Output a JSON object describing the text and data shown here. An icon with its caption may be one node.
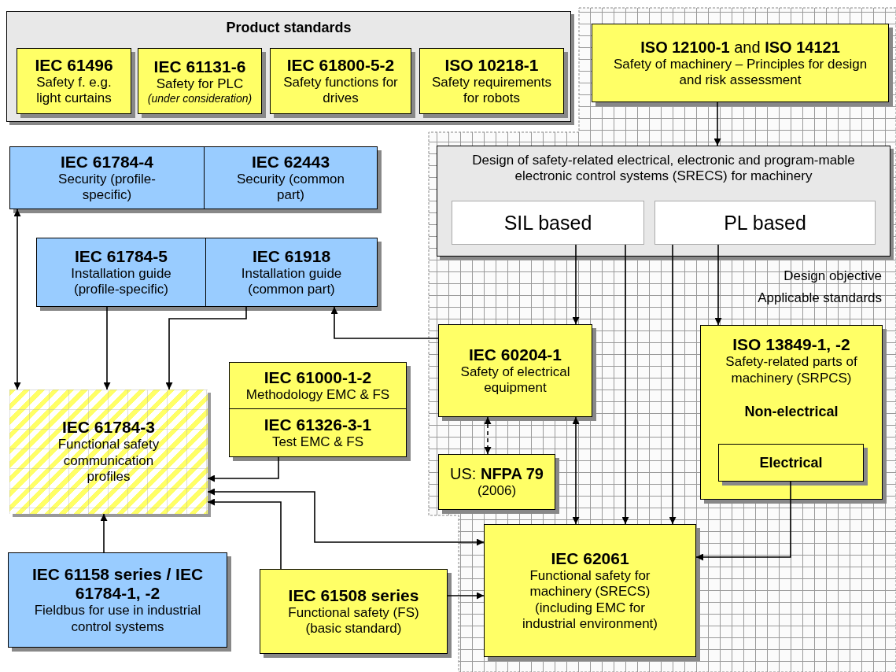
{
  "diagram": {
    "nodes": [
      {
        "text": [
          "Product standards"
        ]
      },
      {
        "text": [
          "IEC 61496",
          "Safety f. e.g. light curtains"
        ],
        "in": 0
      },
      {
        "text": [
          "IEC 61131-6",
          "Safety for PLC",
          "(under consideration)"
        ],
        "in": 0
      },
      {
        "text": [
          "IEC 61800-5-2",
          "Safety functions for drives"
        ],
        "in": 0
      },
      {
        "text": [
          "ISO 10218-1",
          "Safety requirements for robots"
        ],
        "in": 0
      },
      {
        "text": [
          "**ISO 12100-1**  and  **ISO 14121**",
          "Safety of machinery – Principles for design and risk assessment"
        ]
      },
      {
        "text": [
          "IEC 61784-4",
          "Security (profile-specific)"
        ]
      },
      {
        "text": [
          "IEC 62443",
          "Security (common part)"
        ]
      },
      {
        "text": [
          "IEC 61784-5",
          "Installation guide (profile-specific)"
        ]
      },
      {
        "text": [
          "IEC 61918",
          "Installation guide (common part)"
        ]
      },
      {
        "text": [
          "Design of safety-related electrical, electronic and program-mable electronic control systems (SRECS) for machinery"
        ]
      },
      {
        "text": [
          "SIL based"
        ],
        "in": 10
      },
      {
        "text": [
          "PL based"
        ],
        "in": 10
      },
      {
        "text": [
          "IEC 60204-1",
          "Safety of electrical equipment"
        ]
      },
      {
        "text": [
          "ISO 13849-1, -2",
          "Safety-related parts of machinery (SRPCS)",
          "Non-electrical"
        ]
      },
      {
        "text": [
          "Electrical"
        ],
        "in": 14
      },
      {
        "text": [
          "IEC 61000-1-2",
          "Methodology EMC & FS"
        ]
      },
      {
        "text": [
          "IEC 61326-3-1",
          "Test EMC & FS"
        ]
      },
      {
        "text": [
          "IEC 61784-3",
          "Functional safety communication profiles"
        ]
      },
      {
        "text": [
          "US: **NFPA 79**",
          "(2006)"
        ]
      },
      {
        "text": [
          "IEC 61158 series / IEC 61784-1, -2",
          "Fieldbus for use in industrial control systems"
        ]
      },
      {
        "text": [
          "IEC 61508 series",
          "Functional safety (FS) (basic standard)"
        ]
      },
      {
        "text": [
          "IEC 62061",
          "Functional safety for machinery (SRECS) (including EMC for industrial environment)"
        ]
      }
    ],
    "edges": [
      {
        "from": 5,
        "to": 10,
        "arrow": "to"
      },
      {
        "from": 11,
        "to": 13,
        "arrow": "to"
      },
      {
        "from": 11,
        "to": 22,
        "arrow": "to"
      },
      {
        "from": 12,
        "to": 22,
        "arrow": "to"
      },
      {
        "from": 12,
        "to": 14,
        "arrow": "to"
      },
      {
        "from": 13,
        "to": 9,
        "arrow": "to"
      },
      {
        "from": 13,
        "to": 19,
        "arrow": "both",
        "style": "dashed"
      },
      {
        "from": 13,
        "to": 22,
        "arrow": "both"
      },
      {
        "from": 15,
        "to": 22,
        "arrow": "to"
      },
      {
        "from": 21,
        "to": 22,
        "arrow": "to"
      },
      {
        "from": 22,
        "to": 18,
        "arrow": "both"
      },
      {
        "from": 17,
        "to": 18,
        "arrow": "to"
      },
      {
        "from": 21,
        "to": 18,
        "arrow": "to"
      },
      {
        "from": 20,
        "to": 18,
        "arrow": "to"
      },
      {
        "from": 8,
        "to": 18,
        "arrow": "to"
      },
      {
        "from": 9,
        "to": 18,
        "arrow": "to"
      },
      {
        "from": 6,
        "to": 18,
        "arrow": "both"
      }
    ],
    "labels": [
      "Design objective",
      "Applicable standards"
    ]
  }
}
